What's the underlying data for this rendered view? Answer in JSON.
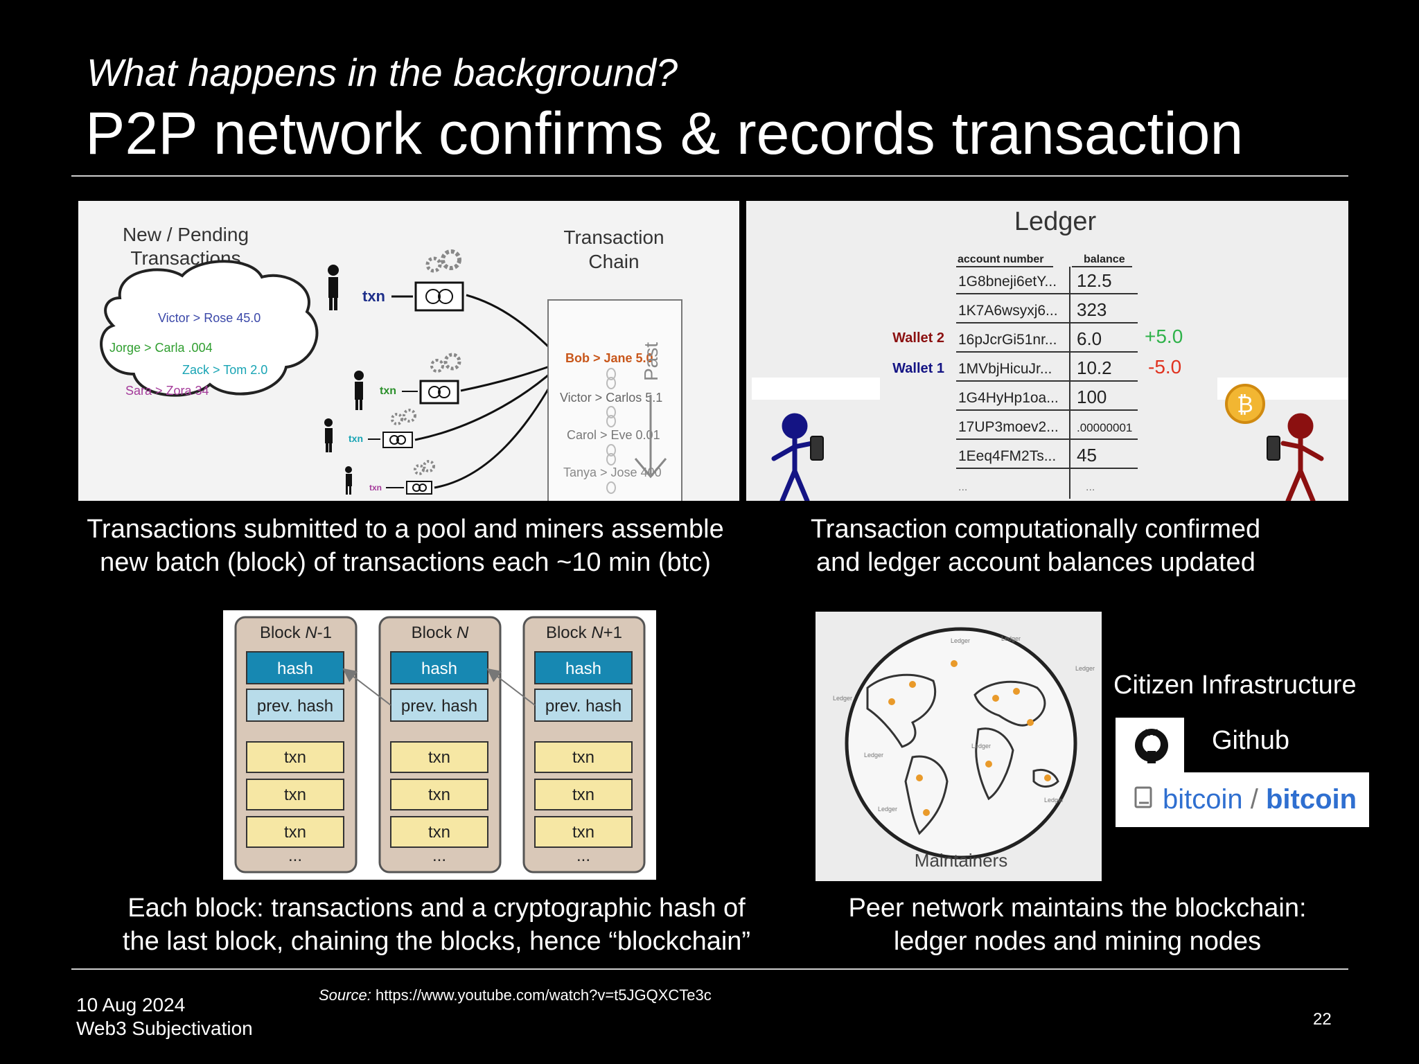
{
  "slide": {
    "subtitle": "What happens in the background?",
    "title": "P2P network confirms & records transaction",
    "page_number": "22",
    "footer_date": "10 Aug 2024",
    "footer_event": "Web3 Subjectivation",
    "source_label": "Source:",
    "source_url": "https://www.youtube.com/watch?v=t5JGQXCTe3c"
  },
  "panel1": {
    "pool_title_line1": "New / Pending",
    "pool_title_line2": "Transactions",
    "pending": [
      "Victor > Rose 45.0",
      "Jorge > Carla .004",
      "Zack > Tom 2.0",
      "Sara > Zora 34"
    ],
    "txn_label": "txn",
    "chain_title_line1": "Transaction",
    "chain_title_line2": "Chain",
    "chain_head": "Bob > Jane 5.0",
    "chain_items": [
      "Victor > Carlos 5.1",
      "Carol > Eve 0.01",
      "Tanya > Jose 400"
    ],
    "past_label": "Past",
    "caption_line1": "Transactions submitted to a pool and miners assemble",
    "caption_line2": "new batch (block) of transactions each ~10 min (btc)"
  },
  "panel2": {
    "title": "Ledger",
    "col_account": "account number",
    "col_balance": "balance",
    "rows": [
      {
        "account": "1G8bneji6etY...",
        "balance": "12.5"
      },
      {
        "account": "1K7A6wsyxj6...",
        "balance": "323"
      },
      {
        "account": "16pJcrGi51nr...",
        "balance": "6.0"
      },
      {
        "account": "1MVbjHicuJr...",
        "balance": "10.2"
      },
      {
        "account": "1G4HyHp1oa...",
        "balance": "100"
      },
      {
        "account": "17UP3moev2...",
        "balance": ".00000001"
      },
      {
        "account": "1Eeq4FM2Ts...",
        "balance": "45"
      },
      {
        "account": "...",
        "balance": "..."
      }
    ],
    "wallet2_label": "Wallet 2",
    "wallet1_label": "Wallet 1",
    "wallet2_change": "+5.0",
    "wallet1_change": "-5.0",
    "coin_symbol": "₿",
    "caption_line1": "Transaction computationally confirmed",
    "caption_line2": "and ledger account balances updated"
  },
  "panel3": {
    "blocks": [
      {
        "prefix": "Block ",
        "n": "N",
        "suffix": "-1"
      },
      {
        "prefix": "Block ",
        "n": "N",
        "suffix": ""
      },
      {
        "prefix": "Block ",
        "n": "N",
        "suffix": "+1"
      }
    ],
    "hash_label": "hash",
    "prev_hash_label": "prev. hash",
    "txn_label": "txn",
    "ellipsis": "...",
    "caption_line1": "Each block: transactions and a cryptographic hash of",
    "caption_line2": "the last block, chaining the blocks, hence “blockchain”"
  },
  "panel4": {
    "maintainers_label": "Maintainers",
    "ledger_label": "Ledger",
    "citizen_label": "Citizen Infrastructure",
    "github_label": "Github",
    "repo_owner": "bitcoin",
    "repo_sep": "/",
    "repo_name": "bitcoin",
    "caption_line1": "Peer network maintains the blockchain:",
    "caption_line2": "ledger nodes and mining nodes"
  },
  "colors": {
    "background": "#000000",
    "hash_fill": "#1788b2",
    "prev_hash_fill": "#b8dcea",
    "txn_fill": "#f6e7a4",
    "block_fill": "#d9c8b8",
    "wallet_red": "#8b1010",
    "wallet_blue": "#141484",
    "plus_green": "#2fb24a",
    "minus_red": "#e0321f",
    "link_blue": "#2f6fd0"
  }
}
